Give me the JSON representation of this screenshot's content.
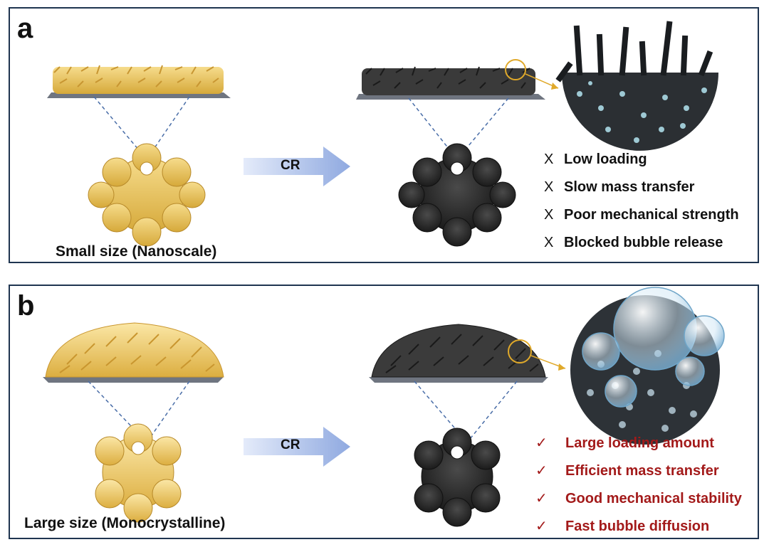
{
  "panel_a": {
    "label": "a",
    "caption": "Small size (Nanoscale)",
    "arrow_label": "CR",
    "drawbacks": [
      {
        "mark": "X",
        "text": "Low loading"
      },
      {
        "mark": "X",
        "text": "Slow mass transfer"
      },
      {
        "mark": "X",
        "text": "Poor mechanical strength"
      },
      {
        "mark": "X",
        "text": "Blocked bubble release"
      }
    ]
  },
  "panel_b": {
    "label": "b",
    "caption": "Large size (Monocrystalline)",
    "arrow_label": "CR",
    "advantages": [
      {
        "mark": "✓",
        "text": "Large loading amount"
      },
      {
        "mark": "✓",
        "text": "Efficient mass transfer"
      },
      {
        "mark": "✓",
        "text": "Good mechanical stability"
      },
      {
        "mark": "✓",
        "text": "Fast bubble diffusion"
      }
    ]
  },
  "colors": {
    "border": "#1f3550",
    "gold": "#e8c25a",
    "dark": "#2e2e2e",
    "arrow": "#b9c9ec",
    "red_text": "#a31a1a",
    "dash": "#4a6ea8"
  }
}
